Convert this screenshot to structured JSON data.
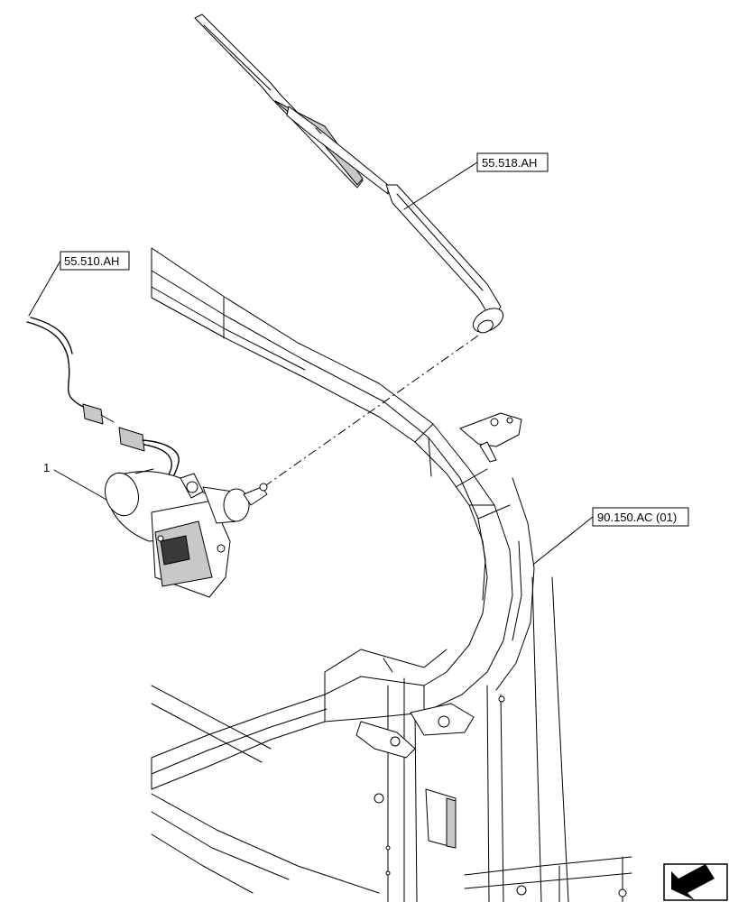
{
  "callouts": {
    "wiper_arm_ref": "55.518.AH",
    "harness_ref": "55.510.AH",
    "cab_frame_ref": "90.150.AC (01)",
    "motor_item": "1"
  },
  "nav": {
    "icon": "previous-arrow-icon"
  }
}
